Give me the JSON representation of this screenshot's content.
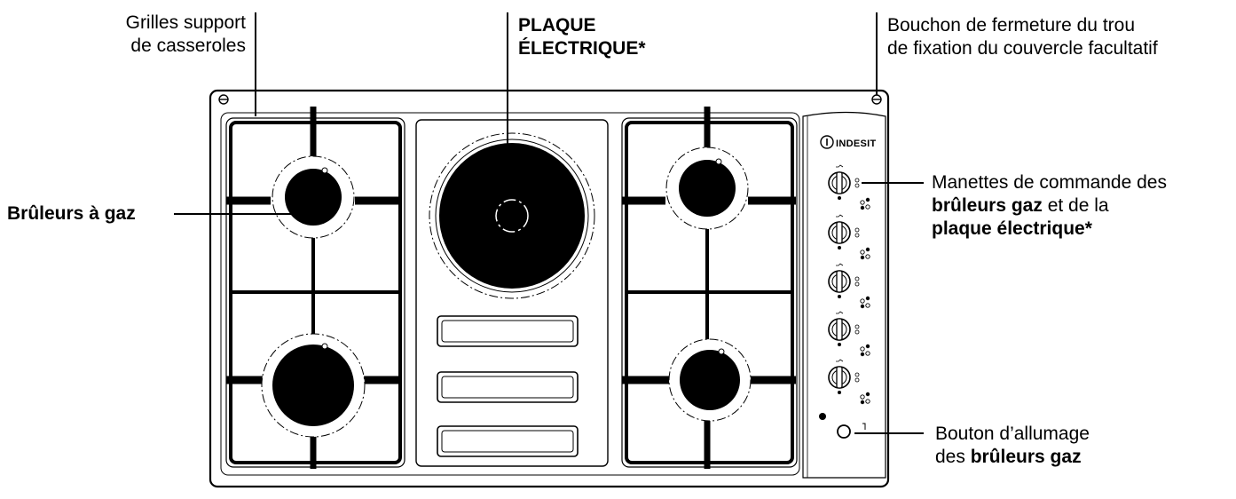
{
  "labels": {
    "grilles_line1": "Grilles support",
    "grilles_line2": "de casseroles",
    "plaque_line1": "PLAQUE",
    "plaque_line2": "ÉLECTRIQUE*",
    "bouchon_line1": "Bouchon de fermeture du trou",
    "bouchon_line2": "de fixation du couvercle facultatif",
    "bruleurs": "Brûleurs à gaz",
    "manettes_line1": "Manettes de commande des",
    "manettes_line2_bold": "brûleurs gaz",
    "manettes_line2_rest": " et de la",
    "manettes_line3_bold": "plaque électrique*",
    "bouton_line1": "Bouton d’allumage",
    "bouton_line2_pre": "des ",
    "bouton_line2_bold": "brûleurs gaz"
  },
  "panel": {
    "brand": "INDESIT"
  },
  "icons": {
    "brand_logo": "indesit-logo",
    "knob": "control-knob-icon",
    "screw": "screw-icon",
    "ignition": "ignition-button-icon"
  }
}
